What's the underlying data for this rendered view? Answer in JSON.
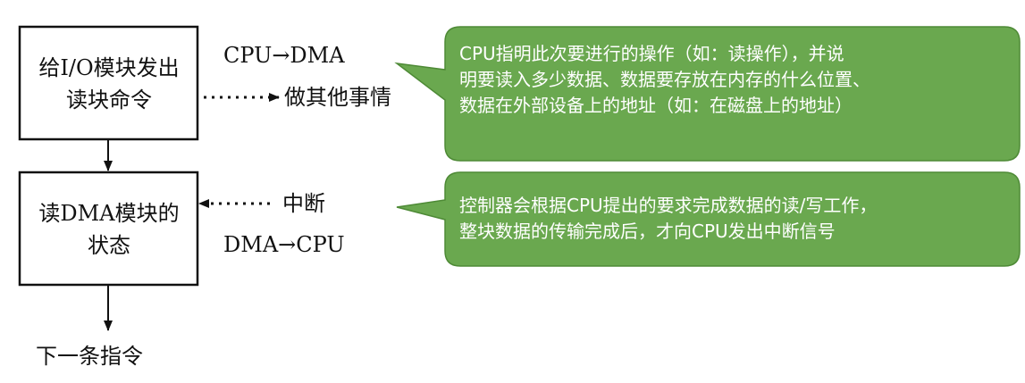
{
  "flow": {
    "step1": {
      "line1": "给I/O模块发出",
      "line2": "读块命令"
    },
    "step2": {
      "line1": "读DMA模块的",
      "line2": "状态"
    },
    "next": "下一条指令"
  },
  "labels": {
    "cpu_to_dma": "CPU→DMA",
    "do_other": "做其他事情",
    "interrupt": "中断",
    "dma_to_cpu": "DMA→CPU"
  },
  "callouts": {
    "top": {
      "line1": "CPU指明此次要进行的操作（如：读操作），并说",
      "line2": "明要读入多少数据、数据要存放在内存的什么位置、",
      "line3": "数据在外部设备上的地址（如：在磁盘上的地址）"
    },
    "bottom": {
      "line1": "控制器会根据CPU提出的要求完成数据的读/写工作，",
      "line2": "整块数据的传输完成后，才向CPU发出中断信号"
    }
  },
  "colors": {
    "callout_fill": "#6aa84f",
    "callout_border": "#4e8a36",
    "callout_text": "#ffffff",
    "line": "#111111"
  }
}
